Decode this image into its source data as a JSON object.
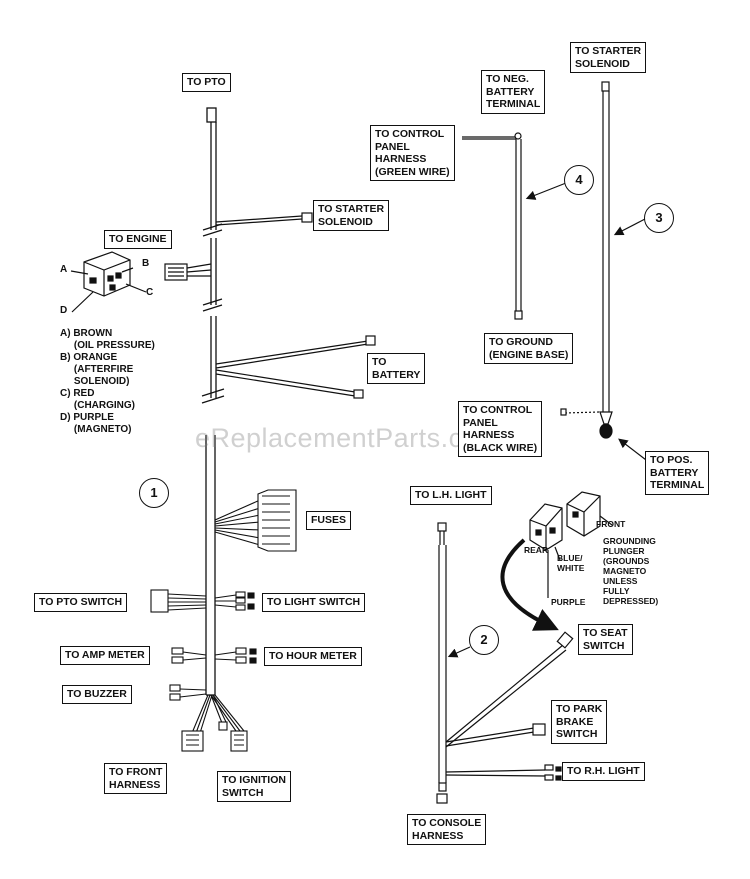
{
  "labels": {
    "to_pto": "TO PTO",
    "to_starter_solenoid_1": "TO STARTER\nSOLENOID",
    "to_engine": "TO ENGINE",
    "to_battery": "TO\nBATTERY",
    "to_starter_solenoid_2": "TO STARTER\nSOLENOID",
    "to_neg_battery": "TO NEG.\nBATTERY\nTERMINAL",
    "to_control_green": "TO CONTROL\nPANEL\nHARNESS\n(GREEN WIRE)",
    "to_ground": "TO GROUND\n(ENGINE BASE)",
    "to_control_black": "TO CONTROL\nPANEL\nHARNESS\n(BLACK WIRE)",
    "to_pos_battery": "TO POS.\nBATTERY\nTERMINAL",
    "to_lh_light": "TO L.H. LIGHT",
    "fuses": "FUSES",
    "to_pto_switch": "TO PTO SWITCH",
    "to_light_switch": "TO LIGHT SWITCH",
    "to_amp_meter": "TO AMP METER",
    "to_hour_meter": "TO HOUR METER",
    "to_buzzer": "TO BUZZER",
    "to_front_harness": "TO FRONT\nHARNESS",
    "to_ignition_switch": "TO IGNITION\nSWITCH",
    "to_seat_switch": "TO SEAT\nSWITCH",
    "to_park_brake": "TO PARK\nBRAKE\nSWITCH",
    "to_rh_light": "TO R.H. LIGHT",
    "to_console_harness": "TO CONSOLE\nHARNESS"
  },
  "notes": {
    "wire_key": "A) BROWN\n     (OIL PRESSURE)\nB) ORANGE\n     (AFTERFIRE\n     SOLENOID)\nC) RED\n     (CHARGING)\nD) PURPLE\n     (MAGNETO)",
    "letter_a": "A",
    "letter_b": "B",
    "letter_c": "C",
    "letter_d": "D",
    "rear": "REAR",
    "front": "FRONT",
    "blue_white": "BLUE/\nWHITE",
    "purple": "PURPLE",
    "grounding_plunger": "GROUNDING\nPLUNGER\n(GROUNDS\nMAGNETO\nUNLESS\nFULLY\nDEPRESSED)"
  },
  "callouts": [
    "1",
    "2",
    "3",
    "4"
  ],
  "watermark": "eReplacementParts.com"
}
